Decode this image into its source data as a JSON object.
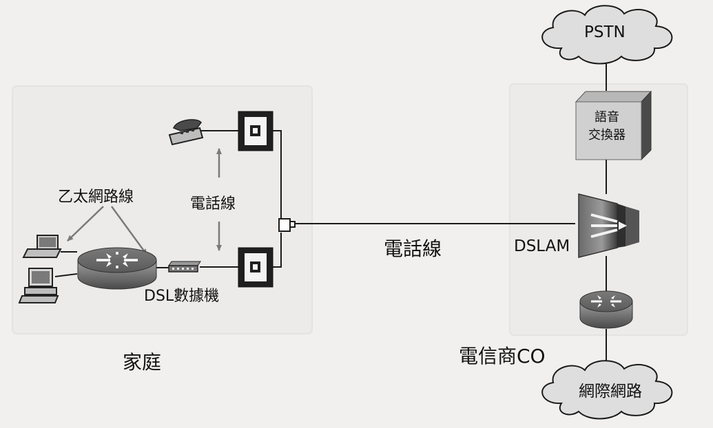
{
  "labels": {
    "pstn": "PSTN",
    "voice_switch": "語音\n交換器",
    "ethernet_cable": "乙太網路線",
    "phone_line_home": "電話線",
    "phone_line_main": "電話線",
    "dslam": "DSLAM",
    "dsl_modem": "DSL數據機",
    "home": "家庭",
    "telco_co": "電信商CO",
    "internet": "網際網路"
  },
  "colors": {
    "background": "#f1f0ee",
    "line": "#1a1a1a",
    "cloud_fill": "#dedede",
    "switch_front": "#d0d0d0",
    "router_body": "#8a8a8a"
  }
}
